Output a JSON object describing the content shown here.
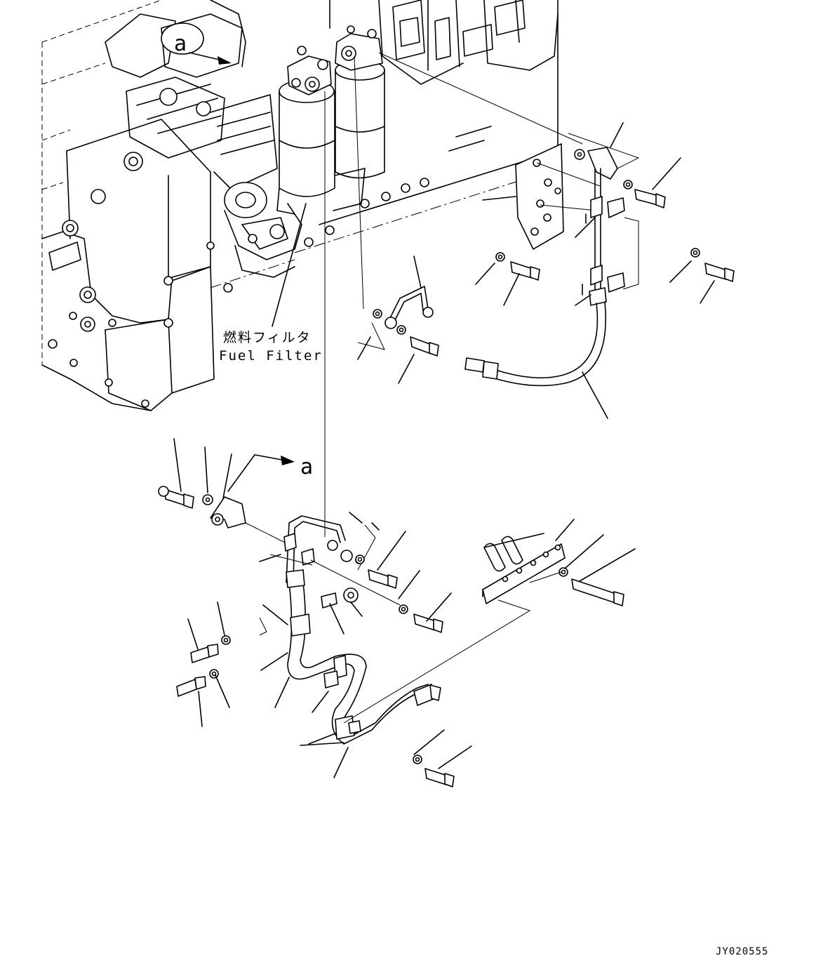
{
  "labels": {
    "fuel_filter_jp": "燃料フィルタ",
    "fuel_filter_en": "Fuel Filter",
    "view_a_top": "a",
    "view_a_mid": "a",
    "drawing_code": "JY020555"
  }
}
